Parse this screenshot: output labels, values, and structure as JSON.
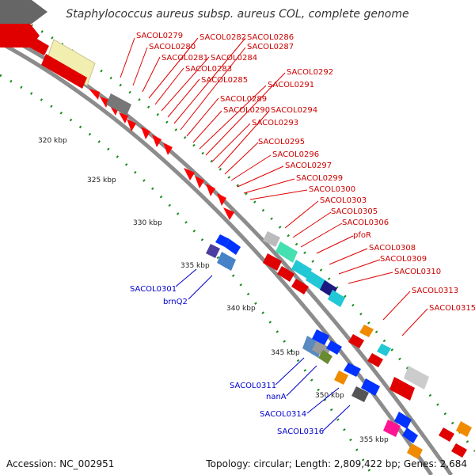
{
  "title": "Staphylococcus aureus subsp. aureus COL, complete genome",
  "footer": {
    "accession": "Accession: NC_002951",
    "summary": "Topology: circular; Length: 2,809,422 bp; Genes: 2,684"
  },
  "colors": {
    "cds_forward": "#ff0000",
    "backbone": "#8c8c8c",
    "ticks": "#1a8a1a",
    "red_label": "#cc0000",
    "blue_label": "#0000cc"
  },
  "kbp_ticks": [
    "320 kbp",
    "325 kbp",
    "330 kbp",
    "335 kbp",
    "340 kbp",
    "345 kbp",
    "350 kbp",
    "355 kbp"
  ],
  "labels_red": [
    "SACOL0279",
    "SACOL0280",
    "SACOL0281",
    "SACOL0282",
    "SACOL0283",
    "SACOL0284",
    "SACOL0285",
    "SACOL0286",
    "SACOL0287",
    "SACOL0289",
    "SACOL0290",
    "SACOL0291",
    "SACOL0292",
    "SACOL0293",
    "SACOL0294",
    "SACOL0295",
    "SACOL0296",
    "SACOL0297",
    "SACOL0299",
    "SACOL0300",
    "SACOL0303",
    "SACOL0305",
    "SACOL0306",
    "pfoR",
    "SACOL0308",
    "SACOL0309",
    "SACOL0310",
    "SACOL0313",
    "SACOL0315"
  ],
  "labels_blue": [
    "SACOL0301",
    "brnQ2",
    "SACOL0311",
    "nanA",
    "SACOL0314",
    "SACOL0316"
  ]
}
